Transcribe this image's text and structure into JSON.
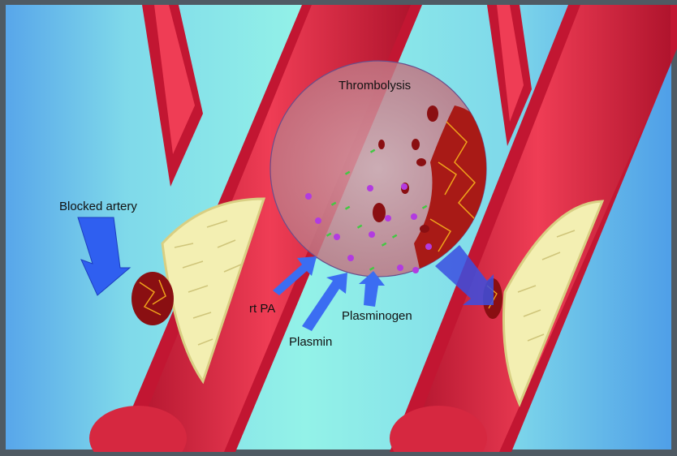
{
  "labels": {
    "title": "Thrombolysis",
    "blocked_artery": "Blocked artery",
    "rt_pa": "rt PA",
    "plasmin": "Plasmin",
    "plasminogen": "Plasminogen"
  },
  "colors": {
    "background_teal": "#8ff0e6",
    "background_blue": "#5aa8e8",
    "vessel_red": "#e8324a",
    "vessel_dark": "#a8102a",
    "plaque_yellow": "#f3efb2",
    "clot_dark": "#8a0f12",
    "arrow_blue": "#2f5ff0",
    "lens_pink": "#c98a95",
    "enzyme_purple": "#b23be0",
    "enzyme_green": "#43c843"
  }
}
